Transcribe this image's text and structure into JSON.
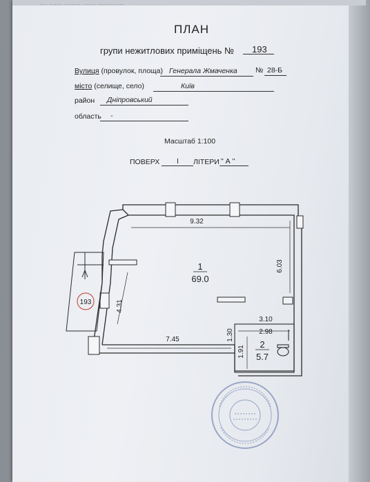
{
  "header": {
    "strip_text": "... ..... ....... ..... ...........",
    "title": "ПЛАН",
    "subtitle_prefix": "групи нежитлових приміщень №",
    "group_number": "193"
  },
  "address": {
    "street_label_underlined": "Вулиця",
    "street_label_rest": "(провулок, площа)",
    "street_value": "Генерала Жмаченка",
    "number_label": "№",
    "number_value": "28-Б",
    "city_label_underlined": "місто",
    "city_label_rest": "(селище, село)",
    "city_value": "Київ",
    "district_label": "район",
    "district_value": "Дніпровський",
    "region_label": "область",
    "region_value": "-"
  },
  "scale": {
    "label": "Масштаб 1:100"
  },
  "floor": {
    "floor_label": "ПОВЕРХ",
    "floor_value": "I",
    "letter_label": "ЛІТЕРИ",
    "letter_value": "\" А \""
  },
  "plan": {
    "dim_top": "9.32",
    "dim_right": "6.03",
    "dim_left": "4.31",
    "dim_bottom": "7.45",
    "dim_wc_top": "3.10",
    "dim_wc_inner": "2.98",
    "dim_wc_left_a": "1.30",
    "dim_wc_left_b": "1.91",
    "room1_number": "1",
    "room1_area": "69.0",
    "room2_number": "2",
    "room2_area": "5.7",
    "group_marker": "193"
  },
  "colors": {
    "paper": "#eceff3",
    "ink": "#222222",
    "marker_red": "#c0392b",
    "stamp": "#5a6fa3"
  }
}
